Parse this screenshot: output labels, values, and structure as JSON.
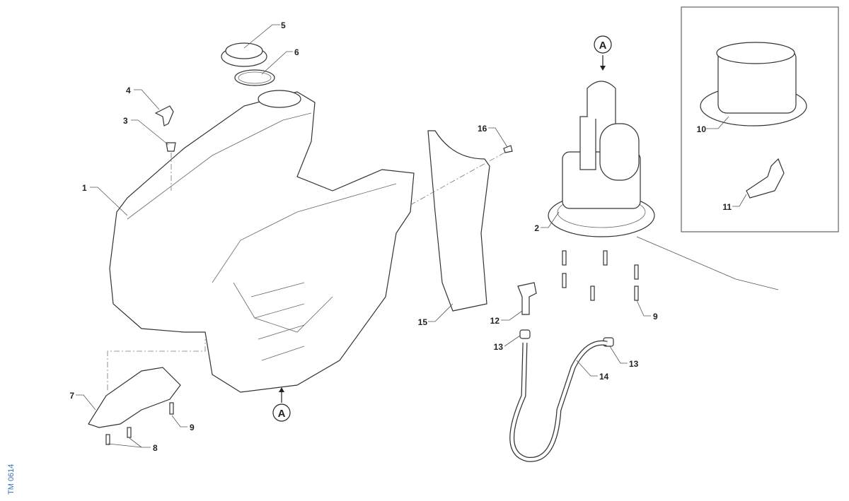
{
  "figure_code": "TM 0614",
  "callouts": {
    "c1": "1",
    "c2": "2",
    "c3": "3",
    "c4": "4",
    "c5": "5",
    "c6": "6",
    "c7": "7",
    "c8": "8",
    "c9a": "9",
    "c9b": "9",
    "c10": "10",
    "c11": "11",
    "c12": "12",
    "c13a": "13",
    "c13b": "13",
    "c14": "14",
    "c15": "15",
    "c16": "16"
  },
  "view_markers": {
    "top": "A",
    "bottom": "A"
  }
}
